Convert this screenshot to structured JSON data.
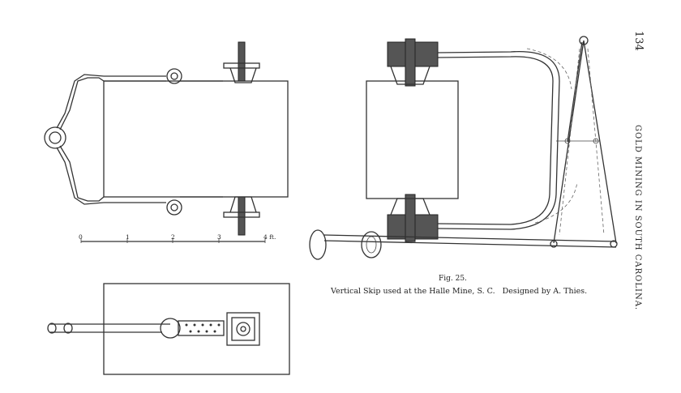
{
  "page": {
    "page_number": "134",
    "running_head": "GOLD MINING IN SOUTH CAROLINA."
  },
  "figure": {
    "number": "Fig. 25.",
    "caption": "Vertical Skip used at the Halle Mine, S. C.   Designed by A. Thies.",
    "scale": {
      "labels": [
        "0",
        "1",
        "2",
        "3",
        "4 ft."
      ]
    }
  }
}
